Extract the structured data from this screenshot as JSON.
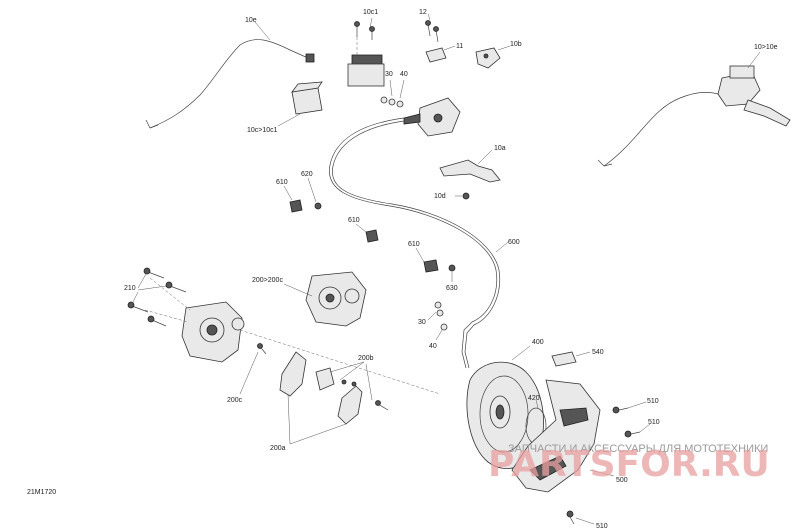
{
  "diagram": {
    "drawing_id": "21M1720",
    "callouts": [
      {
        "id": "c10e",
        "text": "10e"
      },
      {
        "id": "c10c1",
        "text": "10c1"
      },
      {
        "id": "c12",
        "text": "12"
      },
      {
        "id": "c11",
        "text": "11"
      },
      {
        "id": "c10b",
        "text": "10b"
      },
      {
        "id": "c10to10e",
        "text": "10>10e"
      },
      {
        "id": "c30a",
        "text": "30"
      },
      {
        "id": "c40a",
        "text": "40"
      },
      {
        "id": "c10cto10c1",
        "text": "10c>10c1"
      },
      {
        "id": "c10a",
        "text": "10a"
      },
      {
        "id": "c10d",
        "text": "10d"
      },
      {
        "id": "c610a",
        "text": "610"
      },
      {
        "id": "c620",
        "text": "620"
      },
      {
        "id": "c610b",
        "text": "610"
      },
      {
        "id": "c600",
        "text": "600"
      },
      {
        "id": "c610c",
        "text": "610"
      },
      {
        "id": "c630",
        "text": "630"
      },
      {
        "id": "c200to200c",
        "text": "200>200c"
      },
      {
        "id": "c210",
        "text": "210"
      },
      {
        "id": "c30b",
        "text": "30"
      },
      {
        "id": "c40b",
        "text": "40"
      },
      {
        "id": "c400",
        "text": "400"
      },
      {
        "id": "c540",
        "text": "540"
      },
      {
        "id": "c200b",
        "text": "200b"
      },
      {
        "id": "c420",
        "text": "420"
      },
      {
        "id": "c510a",
        "text": "510"
      },
      {
        "id": "c200c",
        "text": "200c"
      },
      {
        "id": "c510b",
        "text": "510"
      },
      {
        "id": "c200a",
        "text": "200a"
      },
      {
        "id": "c500",
        "text": "500"
      },
      {
        "id": "c510c",
        "text": "510"
      }
    ],
    "watermark": {
      "line1": "ЗАПЧАСТИ И АКСЕССУАРЫ ДЛЯ МОТОТЕХНИКИ",
      "line2": "PARTSFOR.RU"
    }
  }
}
